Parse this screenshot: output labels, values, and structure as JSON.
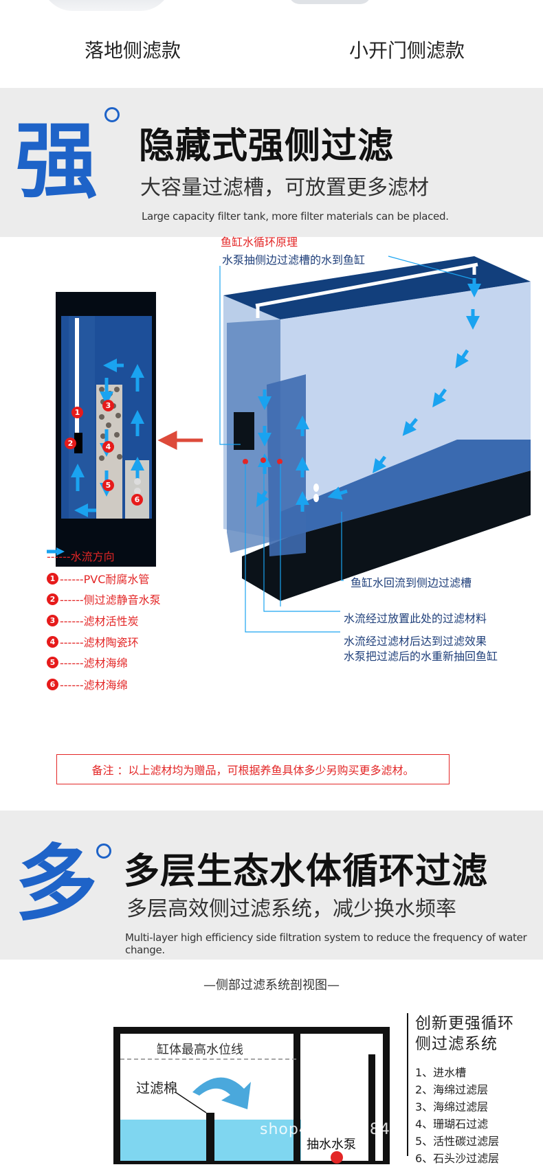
{
  "top": {
    "left_caption": "落地侧滤款",
    "right_caption": "小开门侧滤款"
  },
  "section1": {
    "big_char": "强",
    "title": "隐藏式强侧过滤",
    "subtitle": "大容量过滤槽，可放置更多滤材",
    "english": "Large capacity filter tank, more filter materials can be placed.",
    "accent": "#1e63c8"
  },
  "diagram": {
    "principle_title": "鱼缸水循环原理",
    "pump_label": "水泵抽侧边过滤槽的水到鱼缸",
    "return_label": "鱼缸水回流到侧边过滤槽",
    "through_label": "水流经过放置此处的过滤材料",
    "effect_line1": "水流经过滤材后达到过滤效果",
    "effect_line2": "水泵把过滤后的水重新抽回鱼缸",
    "legend": [
      {
        "num": "",
        "text": "------水流方向"
      },
      {
        "num": "1",
        "text": "------PVC耐腐水管"
      },
      {
        "num": "2",
        "text": "------侧过滤静音水泵"
      },
      {
        "num": "3",
        "text": "------滤材活性炭"
      },
      {
        "num": "4",
        "text": "------滤材陶瓷环"
      },
      {
        "num": "5",
        "text": "------滤材海绵"
      },
      {
        "num": "6",
        "text": "------滤材海绵"
      }
    ],
    "note": "备注 ：以上滤材均为赠品，可根据养鱼具体多少另购买更多滤材。",
    "markers": [
      "1",
      "2",
      "3",
      "4",
      "5",
      "6"
    ],
    "red": "#e32626",
    "arrow_blue": "#1aa3f0"
  },
  "section2": {
    "big_char": "多",
    "title": "多层生态水体循环过滤",
    "subtitle": "多层高效侧过滤系统，减少换水频率",
    "english": "Multi-layer high efficiency side filtration system to reduce the frequency of water change."
  },
  "bottom": {
    "cut_title": "—侧部过滤系统剖视图—",
    "max_water_line": "缸体最高水位线",
    "filter_cotton": "过滤棉",
    "pump_label": "抽水水泵",
    "side_title_line1": "创新更强循环",
    "side_title_line2": "侧过滤系统",
    "steps": [
      "1、进水槽",
      "2、海绵过滤层",
      "3、海绵过滤层",
      "4、珊瑚石过滤",
      "5、活性碳过滤层",
      "6、石头沙过滤层"
    ],
    "watermark": "shop4x75x8584"
  }
}
